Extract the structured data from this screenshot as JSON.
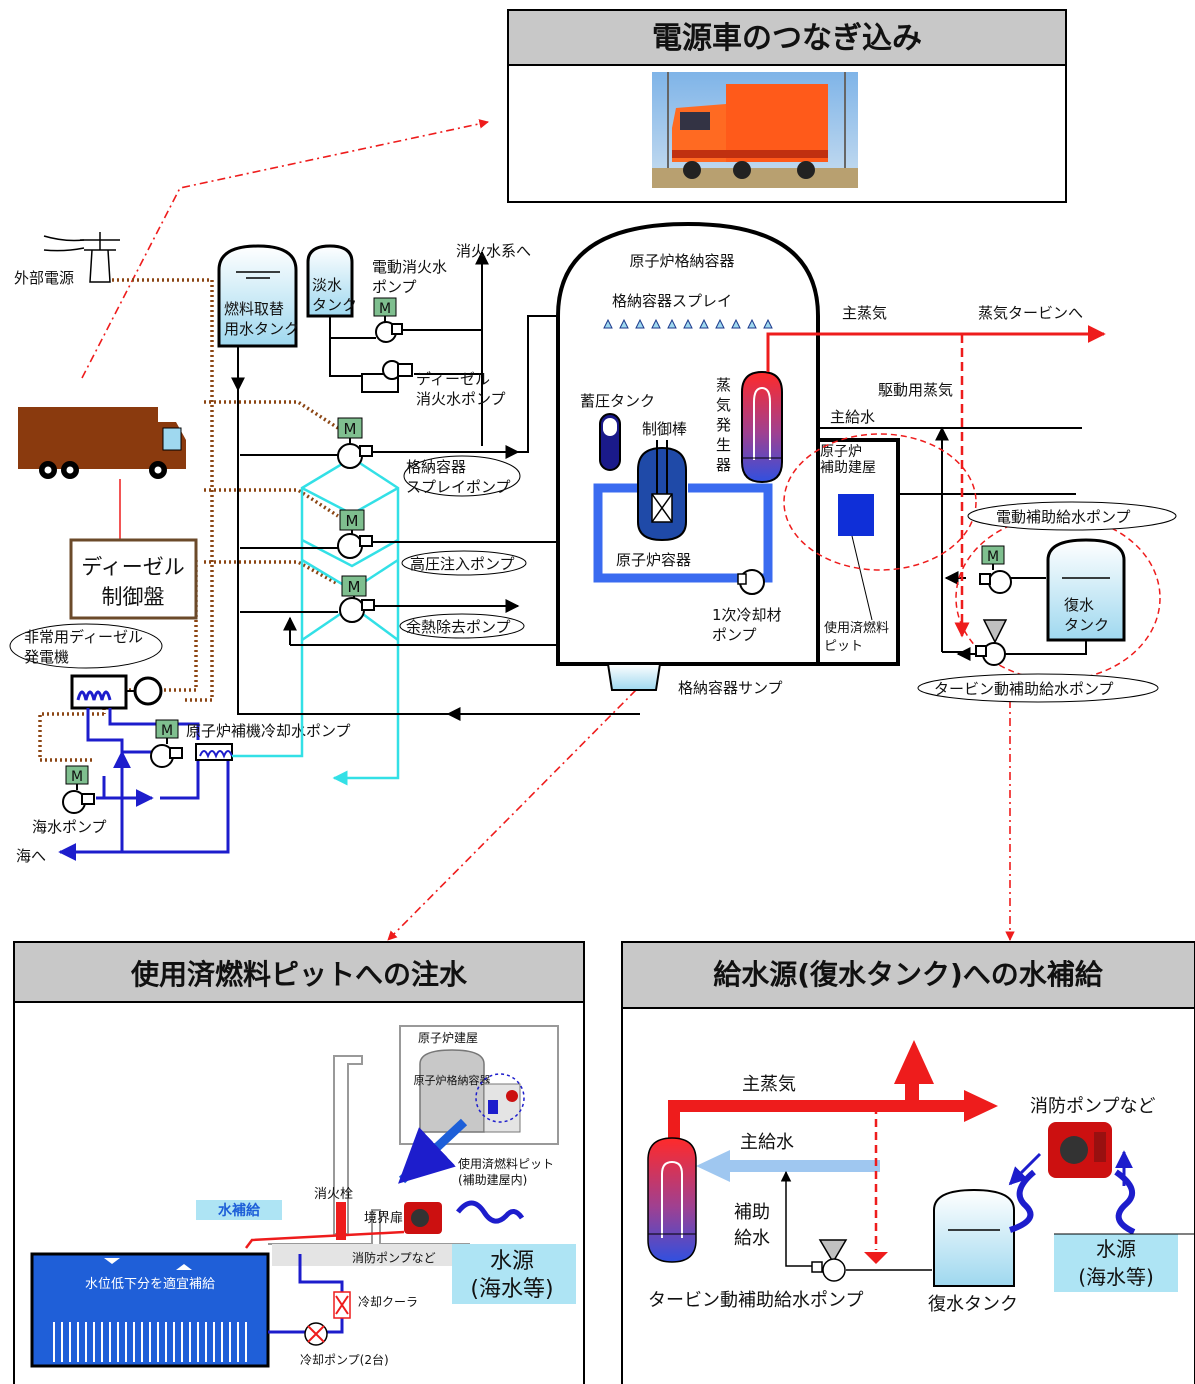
{
  "panels": {
    "power_vehicle": {
      "title": "電源車のつなぎ込み"
    },
    "spent_fuel": {
      "title": "使用済燃料ピットへの注水",
      "reactor_building": "原子炉建屋",
      "vessel_label": "原子炉格納容器",
      "spent_fuel_pit_l1": "使用済燃料ピット",
      "spent_fuel_pit_l2": "(補助建屋内)",
      "hydrant": "消火栓",
      "boundary_door": "境界扉",
      "water_supply_tag": "水補給",
      "fire_pump": "消防ポンプなど",
      "water_level": "水位低下分を適宜補給",
      "cooler": "冷却クーラ",
      "cooling_pumps": "冷却ポンプ(2台)",
      "water_source_l1": "水源",
      "water_source_l2": "(海水等)"
    },
    "feedwater": {
      "title": "給水源(復水タンク)への水補給",
      "main_steam": "主蒸気",
      "main_feedwater": "主給水",
      "aux_feed_l1": "補助",
      "aux_feed_l2": "給水",
      "turbine_pump": "タービン動補助給水ポンプ",
      "condensate_tank": "復水タンク",
      "fire_pump": "消防ポンプなど",
      "water_source_l1": "水源",
      "water_source_l2": "(海水等)"
    }
  },
  "main": {
    "external_power": "外部電源",
    "fuel_water_tank_l1": "燃料取替",
    "fuel_water_tank_l2": "用水タンク",
    "fresh_water_tank_l1": "淡水",
    "fresh_water_tank_l2": "タンク",
    "elec_fire_pump_l1": "電動消火水",
    "elec_fire_pump_l2": "ポンプ",
    "to_fire_system": "消火水系へ",
    "diesel_fire_pump_l1": "ディーゼル",
    "diesel_fire_pump_l2": "消火水ポンプ",
    "containment_vessel": "原子炉格納容器",
    "containment_spray": "格納容器スプレイ",
    "main_steam": "主蒸気",
    "to_turbine": "蒸気タービンへ",
    "drive_steam": "駆動用蒸気",
    "main_feedwater": "主給水",
    "accumulator": "蓄圧タンク",
    "control_rod": "制御棒",
    "sg_chars": [
      "蒸",
      "気",
      "発",
      "生",
      "器"
    ],
    "aux_building_l1": "原子炉",
    "aux_building_l2": "補助建屋",
    "cs_pump_l1": "格納容器",
    "cs_pump_l2": "スプレイポンプ",
    "hpi_pump": "高圧注入ポンプ",
    "rhr_pump": "余熱除去ポンプ",
    "reactor_vessel": "原子炉容器",
    "rcp_l1": "1次冷却材",
    "rcp_l2": "ポンプ",
    "spent_fuel_pit_l1": "使用済燃料",
    "spent_fuel_pit_l2": "ピット",
    "elec_afw_pump": "電動補助給水ポンプ",
    "condensate_tank_l1": "復水",
    "condensate_tank_l2": "タンク",
    "turbine_afw_pump": "タービン動補助給水ポンプ",
    "containment_sump": "格納容器サンプ",
    "diesel_panel_l1": "ディーゼル",
    "diesel_panel_l2": "制御盤",
    "emergency_dg_l1": "非常用ディーゼル",
    "emergency_dg_l2": "発電機",
    "ccw_pump": "原子炉補機冷却水ポンプ",
    "seawater_pump": "海水ポンプ",
    "to_sea": "海へ",
    "motor_letter": "M"
  },
  "colors": {
    "cyan_line": "#33e0e6",
    "blue_line": "#1d1dcc",
    "primary_loop": "#3a6bf0",
    "steam_red": "#ee1c1c",
    "cable_brown": "#8b4513",
    "truck_brown": "#8a3a0e",
    "motor_green": "#7fbf8f",
    "title_gray": "#c8c8c8"
  }
}
